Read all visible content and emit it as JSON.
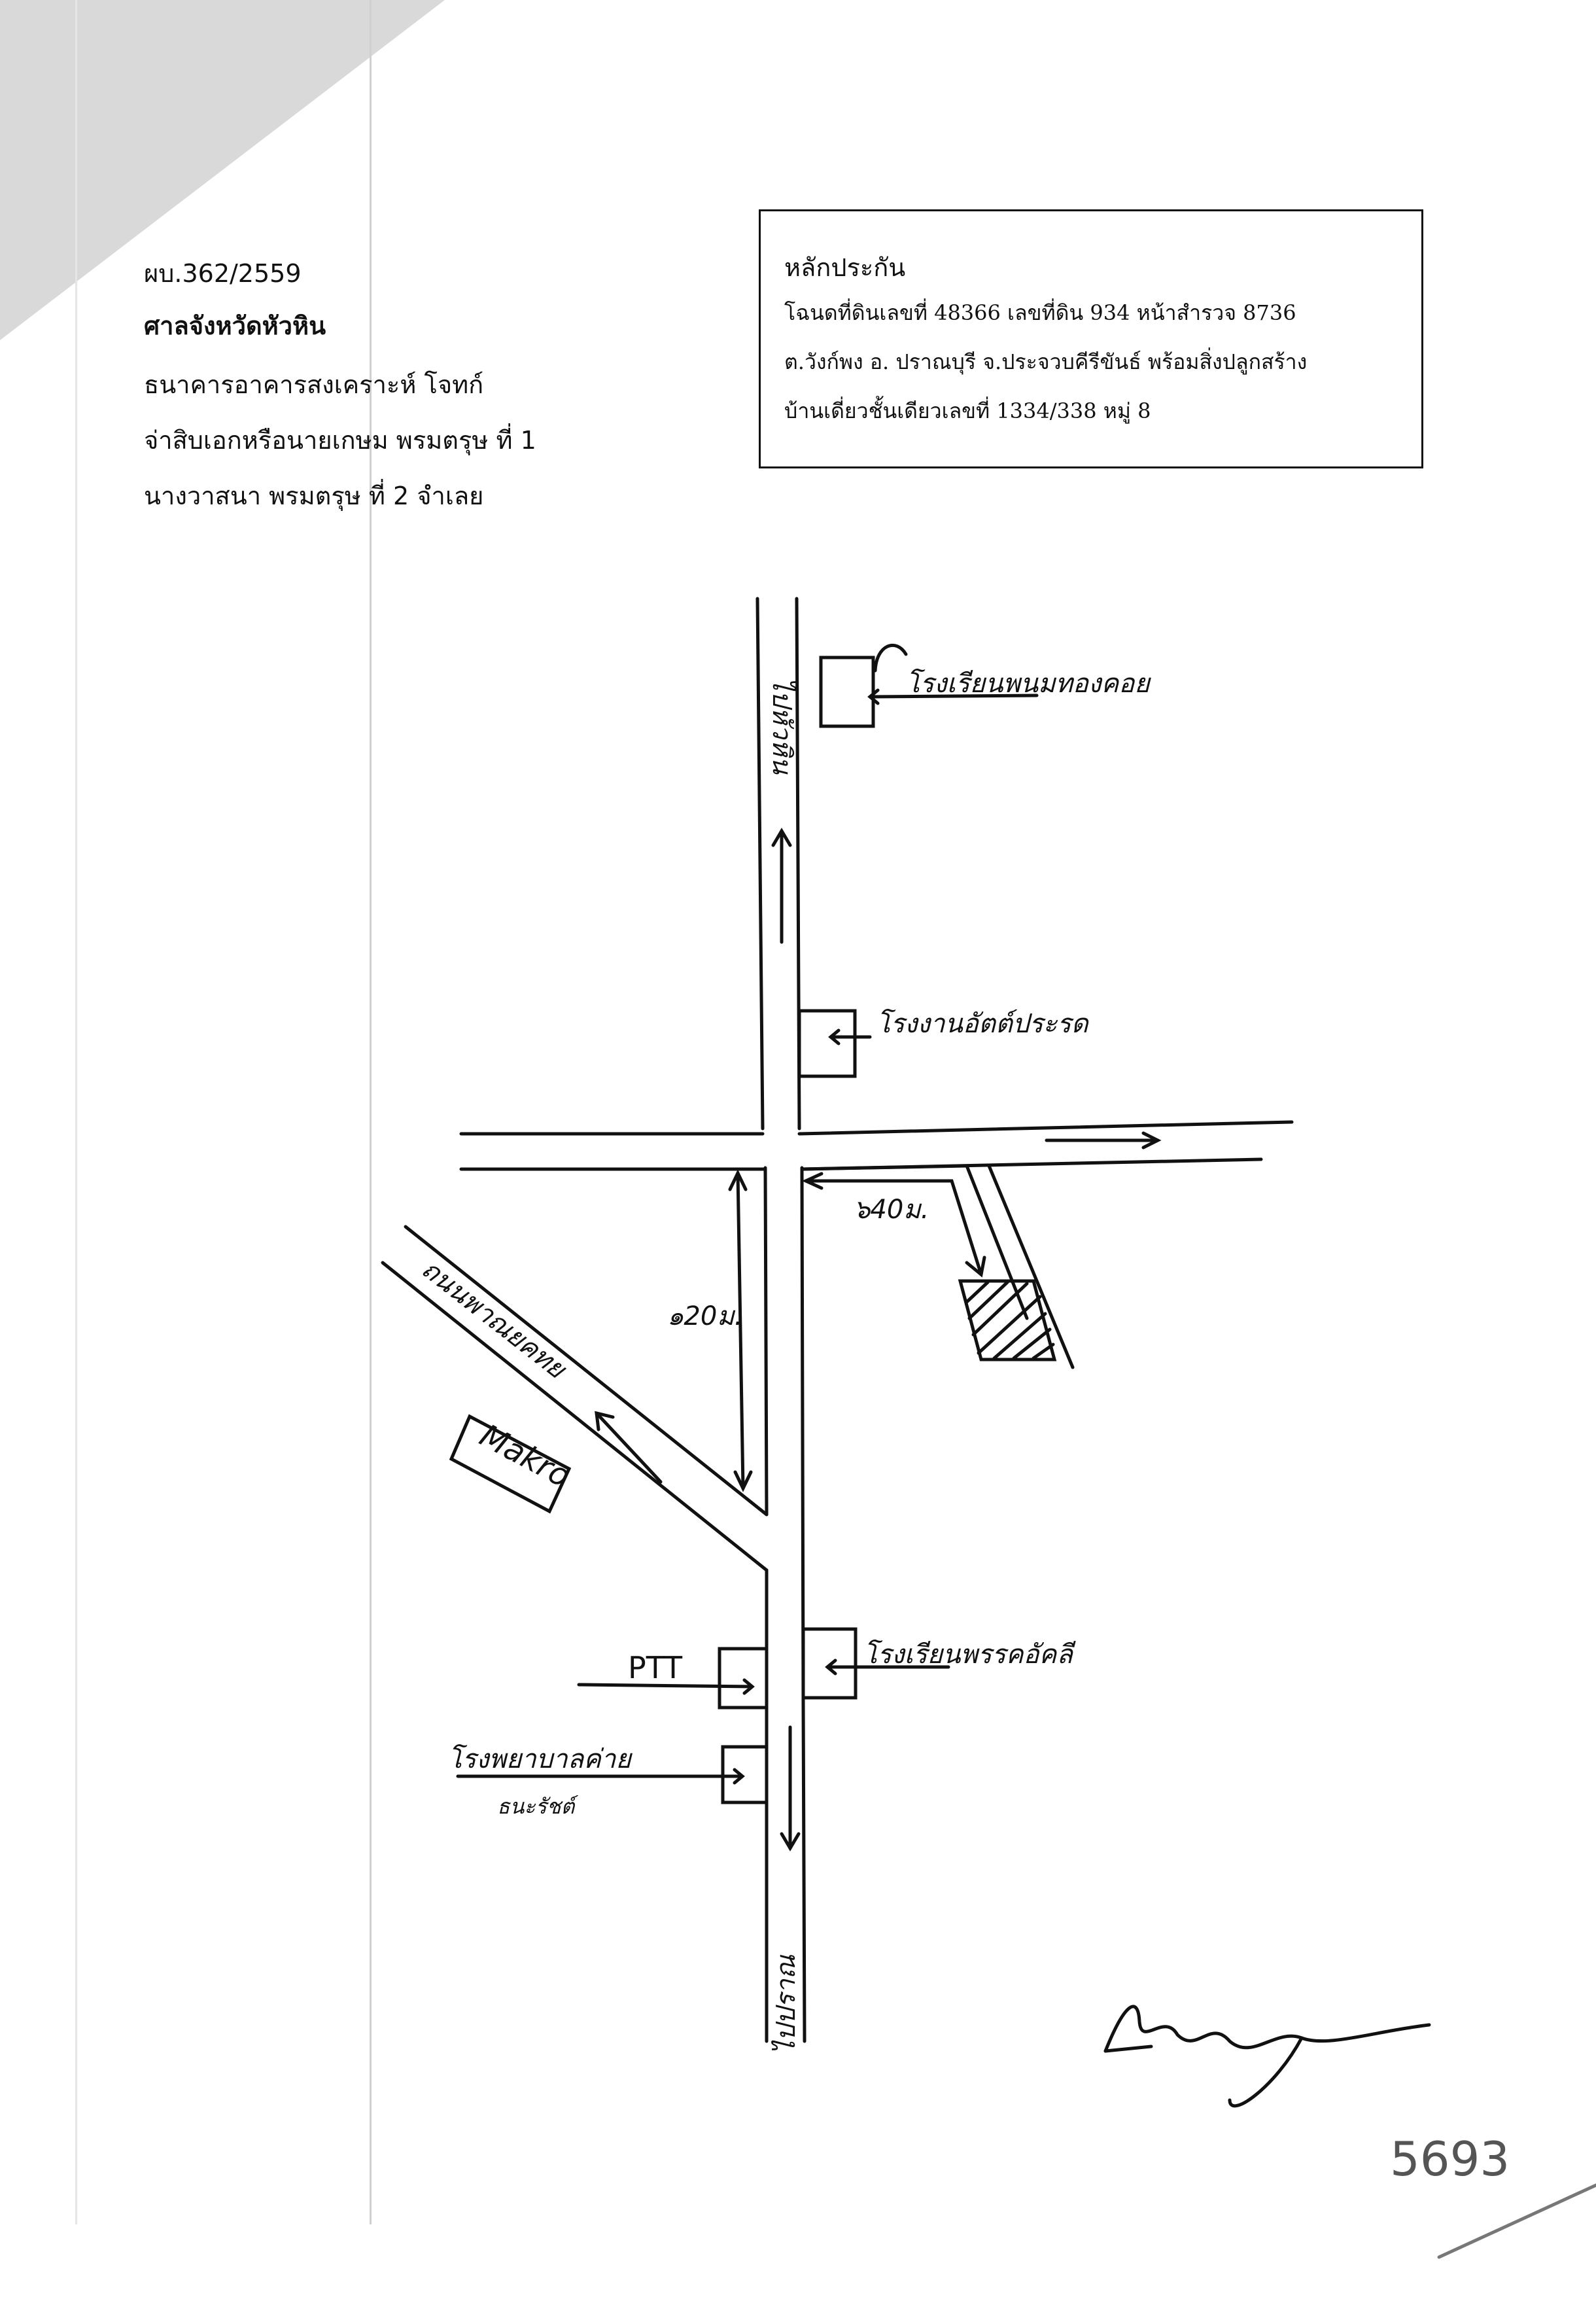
{
  "header": {
    "case_no": "ผบ.362/2559",
    "court": "ศาลจังหวัดหัวหิน",
    "plaintiff": "ธนาคารอาคารสงเคราะห์   โจทก์",
    "defendant1": "จ่าสิบเอกหรือนายเกษม พรมตรุษ ที่ 1",
    "defendant2": "นางวาสนา พรมตรุษ ที่ 2      จำเลย"
  },
  "collateral": {
    "title": "หลักประกัน",
    "line1": "โฉนดที่ดินเลขที่ 48366  เลขที่ดิน  934  หน้าสำรวจ 8736",
    "line2": "ต.วังก์พง อ. ปราณบุรี จ.ประจวบคีรีขันธ์ พร้อมสิ่งปลูกสร้าง",
    "line3": "บ้านเดี่ยวชั้นเดียวเลขที่ 1334/338 หมู่ 8"
  },
  "map": {
    "road_north": "ไปหัวหิน",
    "road_south": "ไปปราณ",
    "road_diag": "ถนนพาณยคทย",
    "school_top": "โรงเรียนพนมทองคอย",
    "school_mid": "โรงงานอัตต์ประรด",
    "dist_left": "๑20ม.",
    "dist_right": "๖40ม.",
    "makro": "Makro",
    "ptt": "PTT",
    "school_right": "โรงเรียนพรรคอัคลี",
    "hospital": "โรงพยาบาลค่าย",
    "hospital_sub": "ธนะรัชต์"
  },
  "signature": "Samnp",
  "page_no": "5693"
}
